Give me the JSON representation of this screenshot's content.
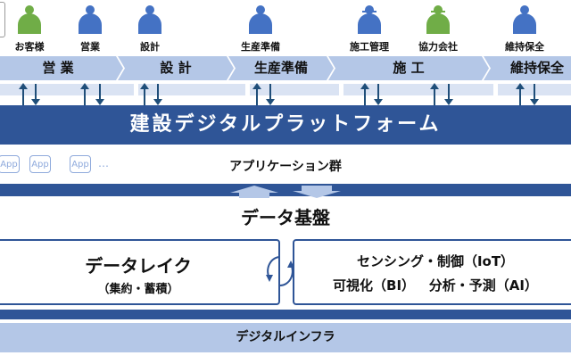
{
  "actors": [
    {
      "label": "お客様",
      "color": "#70ad47",
      "helmet": false
    },
    {
      "label": "営業",
      "color": "#4472c4",
      "helmet": false
    },
    {
      "label": "設計",
      "color": "#4472c4",
      "helmet": false
    },
    {
      "label": "生産準備",
      "color": "#4472c4",
      "helmet": false
    },
    {
      "label": "施工管理",
      "color": "#4472c4",
      "helmet": true
    },
    {
      "label": "協力会社",
      "color": "#70ad47",
      "helmet": true
    },
    {
      "label": "維持保全",
      "color": "#4472c4",
      "helmet": false
    }
  ],
  "stages": [
    "営 業",
    "設 計",
    "生産準備",
    "施 工",
    "維持保全"
  ],
  "platform_title": "建設デジタルプラットフォーム",
  "apps": {
    "items": [
      "App",
      "App",
      "App"
    ],
    "more": "…",
    "title": "アプリケーション群"
  },
  "data_platform": {
    "title": "データ基盤",
    "lake_title": "データレイク",
    "lake_sub": "（集約・蓄積）",
    "sensing": "センシング・制御（IoT）",
    "visual": "可視化（BI）",
    "analysis": "分析・予測（AI）"
  },
  "infra": "デジタルインフラ"
}
